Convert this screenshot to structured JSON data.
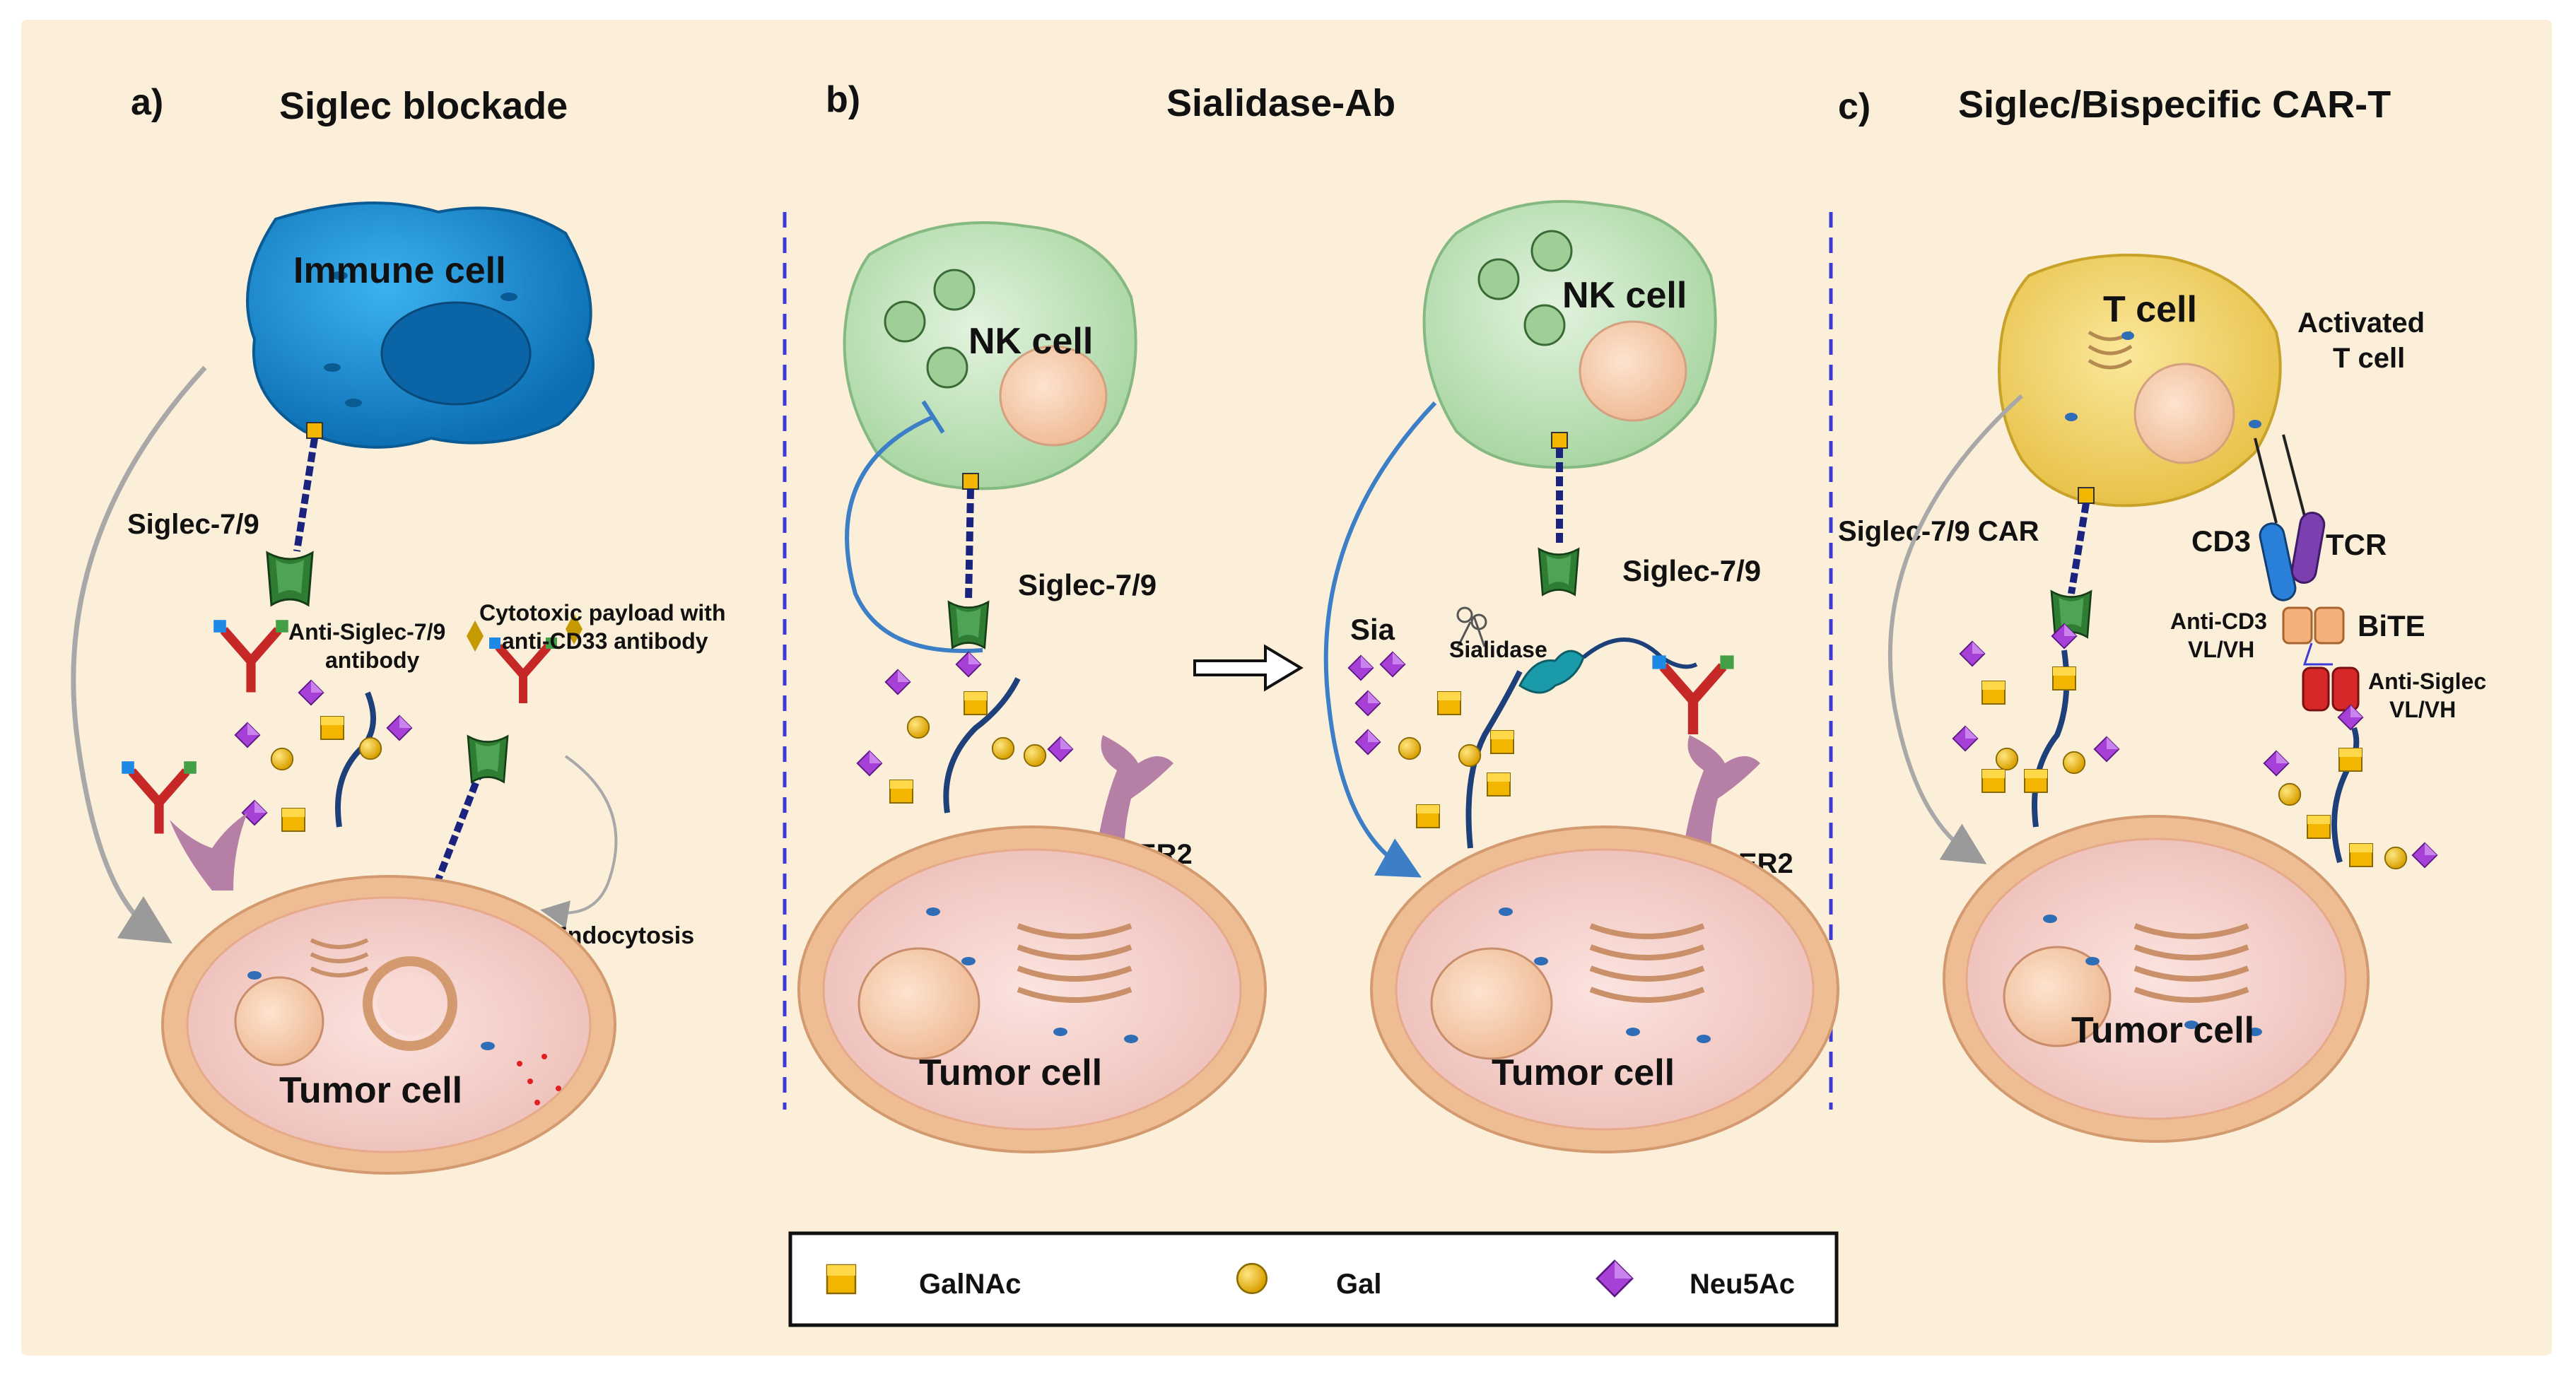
{
  "panels": {
    "a": {
      "letter": "a)",
      "title": "Siglec blockade"
    },
    "b": {
      "letter": "b)",
      "title": "Sialidase-Ab"
    },
    "c": {
      "letter": "c)",
      "title": "Siglec/Bispecific CAR-T"
    }
  },
  "panel_a": {
    "immune_cell": "Immune cell",
    "siglec": "Siglec-7/9",
    "anti_siglec_1": "Anti-Siglec-7/9",
    "anti_siglec_2": "antibody",
    "payload_1": "Cytotoxic payload with",
    "payload_2": "anti-CD33 antibody",
    "endocytosis": "Endocytosis",
    "tumor_cell": "Tumor cell"
  },
  "panel_b": {
    "nk_cell_left": "NK cell",
    "siglec_left": "Siglec-7/9",
    "her2_left": "HER2",
    "tumor_cell_left": "Tumor cell",
    "nk_cell_right": "NK cell",
    "siglec_right": "Siglec-7/9",
    "sia": "Sia",
    "sialidase": "Sialidase",
    "her2_right": "HER2",
    "tumor_cell_right": "Tumor cell"
  },
  "panel_c": {
    "t_cell": "T cell",
    "activated_1": "Activated",
    "activated_2": "T cell",
    "car": "Siglec-7/9 CAR",
    "cd3": "CD3",
    "tcr": "TCR",
    "anti_cd3_1": "Anti-CD3",
    "anti_cd3_2": "VL/VH",
    "bite": "BiTE",
    "anti_siglec_1": "Anti-Siglec",
    "anti_siglec_2": "VL/VH",
    "tumor_cell": "Tumor cell"
  },
  "legend": {
    "galnac": "GalNAc",
    "gal": "Gal",
    "neu5ac": "Neu5Ac"
  },
  "colors": {
    "background": "#fcefda",
    "immune_cell": "#1a8ed6",
    "nk_cell": "#c9e8c5",
    "t_cell": "#f4d56a",
    "tumor_cell": "#f3cfc9",
    "membrane": "#eebd94",
    "siglec": "#2e7d32",
    "galnac": "#f0b400",
    "gal": "#f5c000",
    "neu5ac": "#a640d6",
    "divider": "#3d3bd6"
  }
}
